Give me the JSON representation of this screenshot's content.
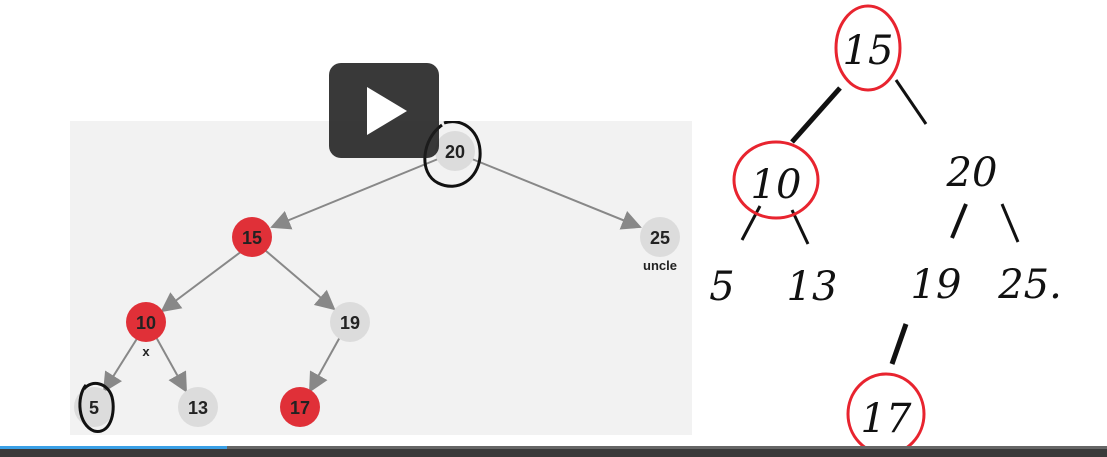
{
  "colors": {
    "red_node": "#e03038",
    "gray_node": "#dcdcdc",
    "edge": "#888888",
    "annotation_red": "#e8242f",
    "progress": "#3aa0e6"
  },
  "tree": {
    "root": "20",
    "left_child": "15",
    "right_child": "25",
    "right_child_note": "uncle",
    "left_left": "10",
    "left_left_note": "x",
    "left_right": "19",
    "ll_left": "5",
    "ll_right": "13",
    "lr_left": "17"
  },
  "handwriting": {
    "root": "15",
    "left": "10",
    "right": "20",
    "left_left": "5",
    "left_right": "13",
    "right_left": "19",
    "right_right": "25.",
    "rl_left": "17"
  },
  "player": {
    "play_icon": "play-icon",
    "progress_fraction": 0.205
  }
}
